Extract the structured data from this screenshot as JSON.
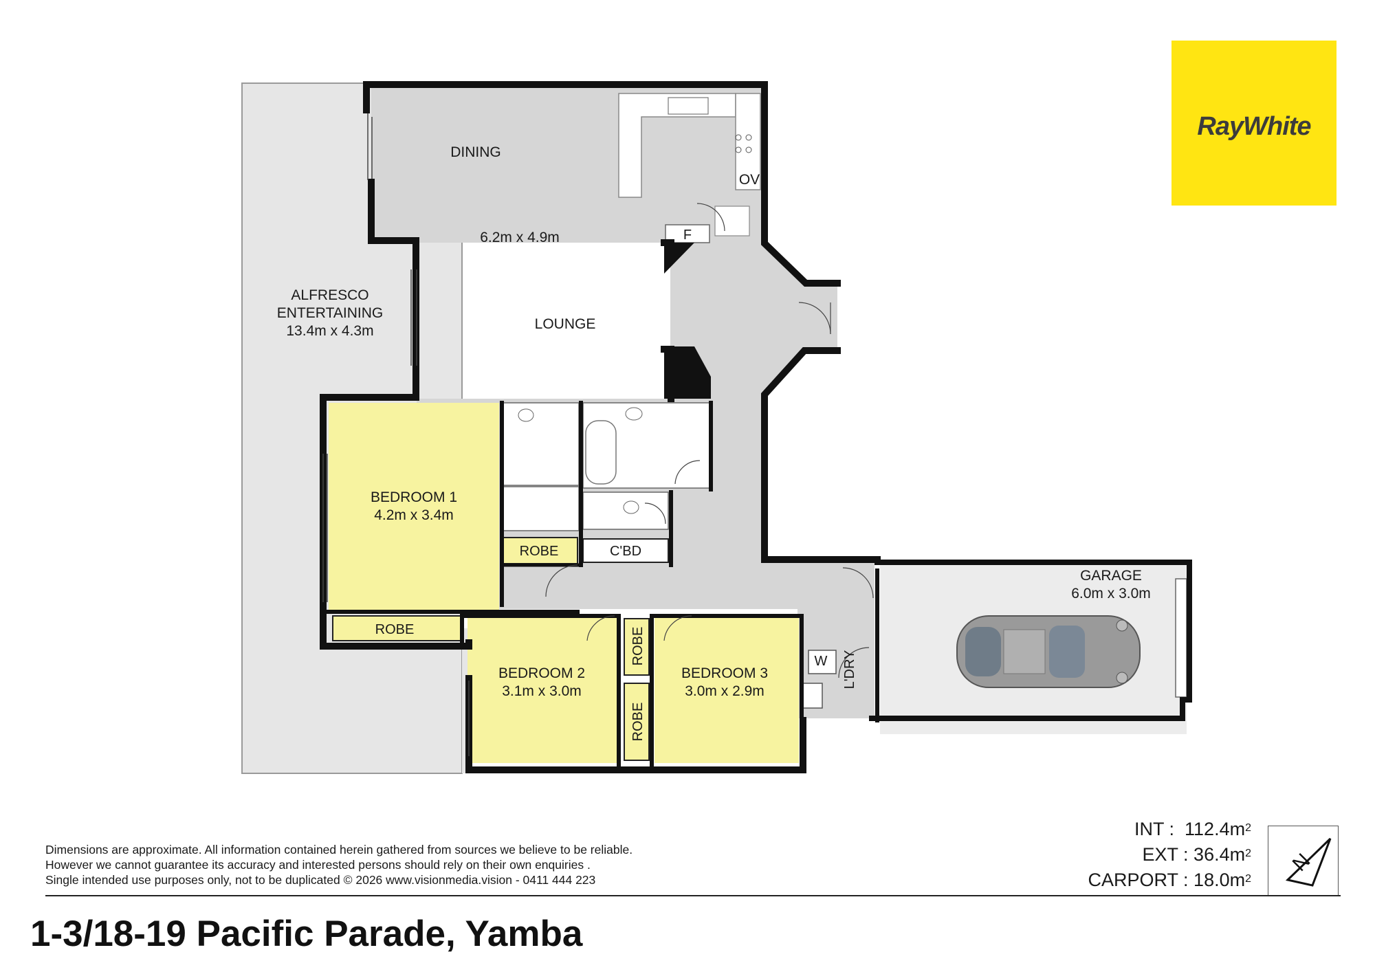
{
  "brand": {
    "name": "RayWhite",
    "color": "#ffe512"
  },
  "rooms": {
    "dining": "DINING",
    "dining_size": "6.2m x 4.9m",
    "lounge": "LOUNGE",
    "alfresco_1": "ALFRESCO",
    "alfresco_2": "ENTERTAINING",
    "alfresco_size": "13.4m x 4.3m",
    "bed1": "BEDROOM 1",
    "bed1_size": "4.2m x 3.4m",
    "bed2": "BEDROOM 2",
    "bed2_size": "3.1m x 3.0m",
    "bed3": "BEDROOM 3",
    "bed3_size": "3.0m x 2.9m",
    "garage": "GARAGE",
    "garage_size": "6.0m x 3.0m",
    "robe": "ROBE",
    "cbd": "C'BD",
    "laundry": "L'DRY",
    "w": "W",
    "oven": "OV",
    "fridge": "F"
  },
  "colors": {
    "living": "#d6d6d6",
    "bedroom": "#f7f3a0",
    "alfresco": "#e6e6e6",
    "garage": "#ececec",
    "wet": "#ffffff",
    "wall": "#111111"
  },
  "disclaimer": [
    "Dimensions are approximate. All information contained herein gathered from sources we believe to be reliable.",
    "However we cannot guarantee its accuracy and interested persons should rely on their own enquiries .",
    "Single intended use purposes only, not to be duplicated © 2026 www.visionmedia.vision - 0411 444 223"
  ],
  "areas": {
    "int_label": "INT :",
    "int_value": "112.4m",
    "ext_label": "EXT :",
    "ext_value": "36.4m",
    "carport_label": "CARPORT :",
    "carport_value": "18.0m",
    "unit_sup": "2"
  },
  "address": "1-3/18-19 Pacific Parade, Yamba"
}
